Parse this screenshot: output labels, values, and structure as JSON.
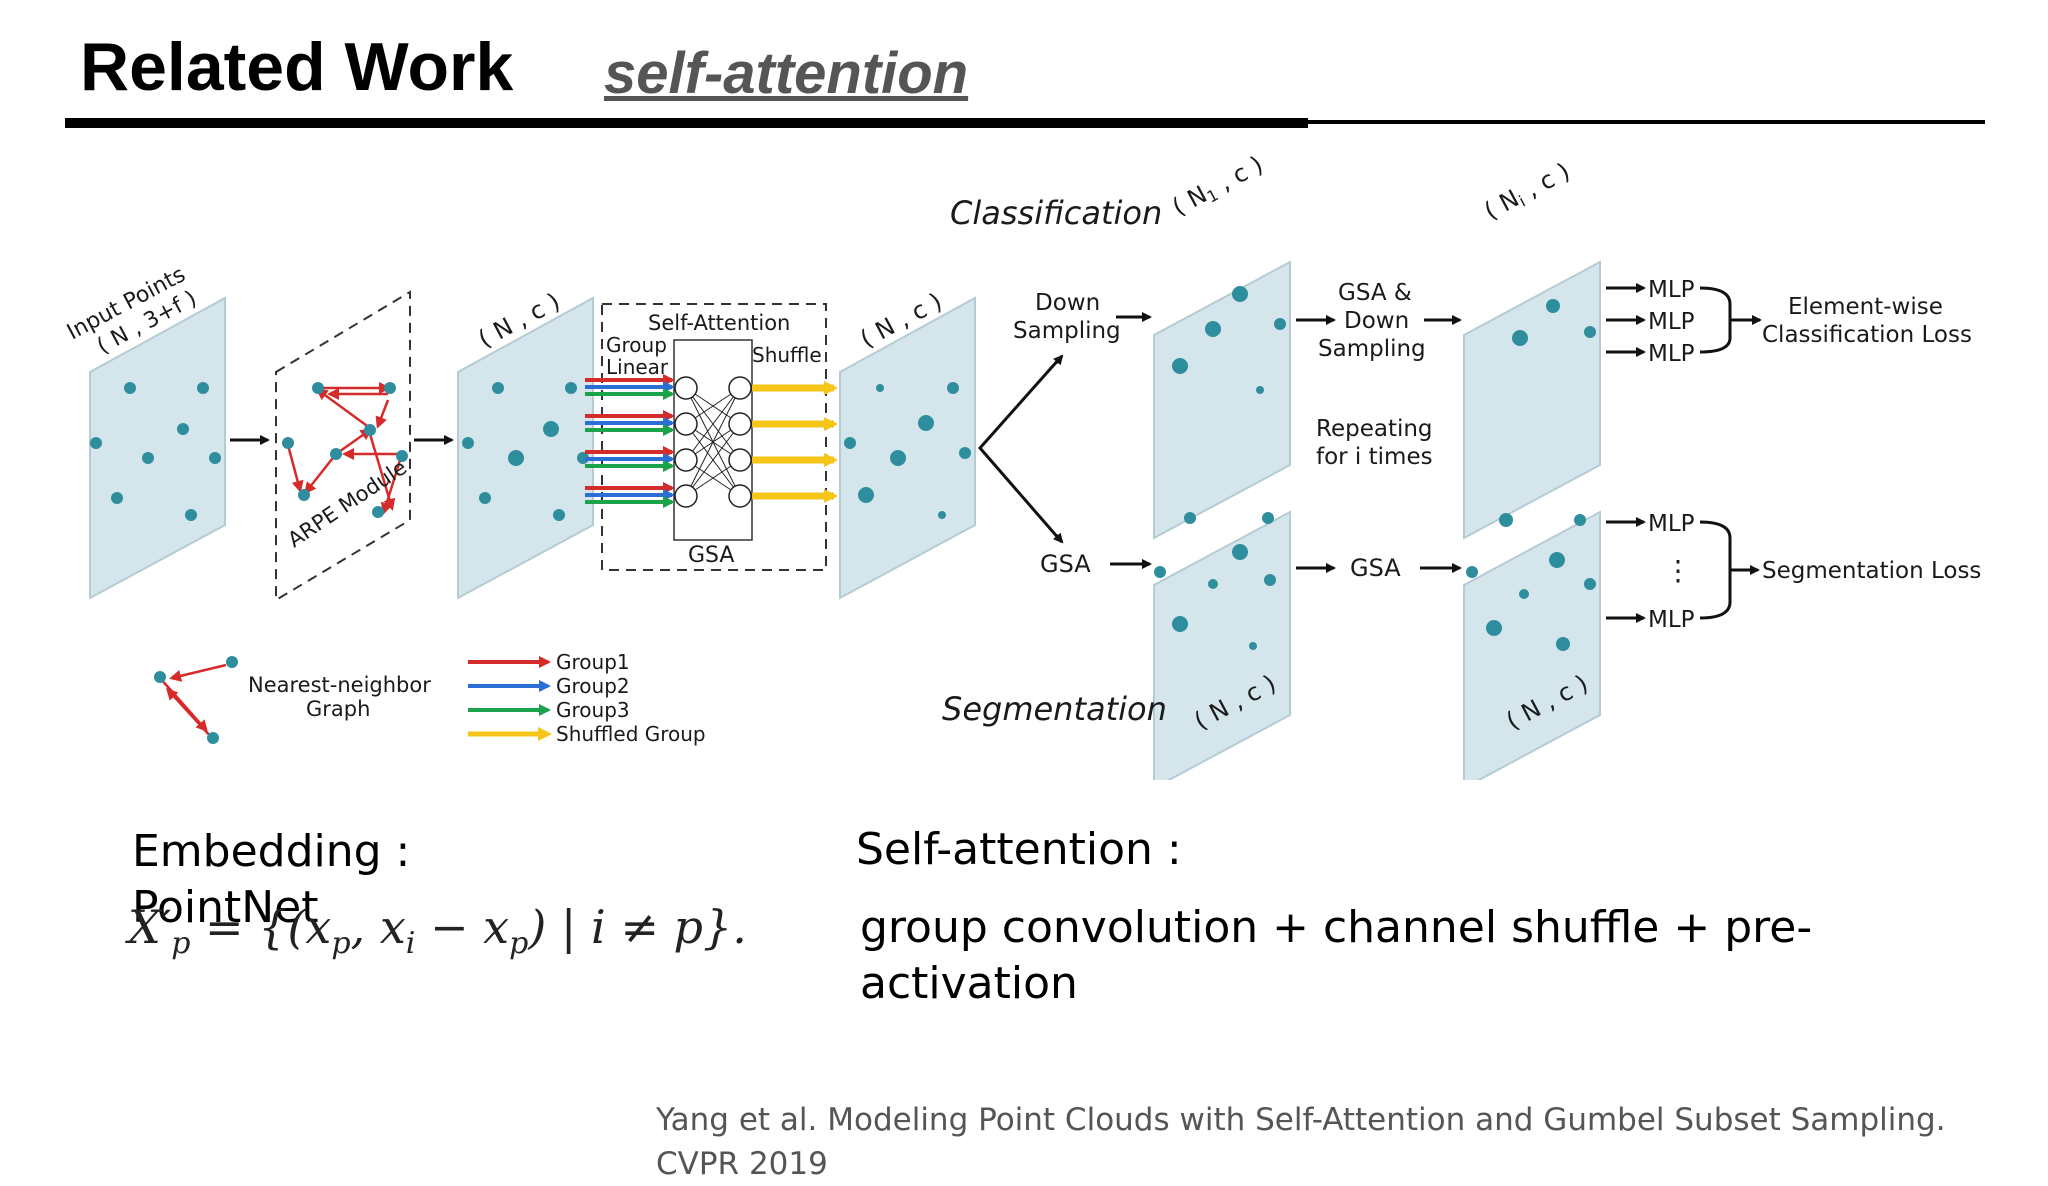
{
  "slide": {
    "title": "Related Work",
    "subtitle": "self-attention"
  },
  "figure": {
    "input_points": "Input Points",
    "input_shape": "( N , 3+f )",
    "arpe_module": "ARPE Module",
    "shape_nc": "( N , c )",
    "self_attention": "Self-Attention",
    "group_linear_1": "Group",
    "group_linear_2": "Linear",
    "shuffle": "Shuffle",
    "gsa": "GSA",
    "classification": "Classification",
    "segmentation": "Segmentation",
    "down_sampling_1": "Down",
    "down_sampling_2": "Sampling",
    "shape_n1c": "( N",
    "shape_n1c_sub": "1",
    "shape_nic_sub": "i",
    "shape_tail": " , c )",
    "gsa_down_1": "GSA &",
    "gsa_down_2": "Down",
    "gsa_down_3": "Sampling",
    "repeating_1": "Repeating",
    "repeating_2": "for i times",
    "mlp": "MLP",
    "vdots": "⋮",
    "elementwise_1": "Element-wise",
    "elementwise_2": "Classification Loss",
    "segmentation_loss": "Segmentation Loss",
    "legend_nn_1": "Nearest-neighbor",
    "legend_nn_2": "Graph",
    "legend_groups": [
      {
        "label": "Group1",
        "color": "#d62b2b"
      },
      {
        "label": "Group2",
        "color": "#2b6fd6"
      },
      {
        "label": "Group3",
        "color": "#1aa34a"
      },
      {
        "label": "Shuffled Group",
        "color": "#f5c518"
      }
    ]
  },
  "colors": {
    "plane": "#d4e6ec",
    "dot": "#2f8e9e",
    "graph_edge": "#d62b2b"
  },
  "captions": {
    "embedding": "Embedding  : PointNet",
    "self_attention": "Self-attention  :",
    "self_attention_desc": "group convolution + channel shuffle + pre-activation",
    "formula": "X′p = {(xp, xi − xp) | i ≠ p}."
  },
  "reference": "Yang et al. Modeling Point Clouds with Self-Attention and Gumbel Subset Sampling. CVPR 2019"
}
